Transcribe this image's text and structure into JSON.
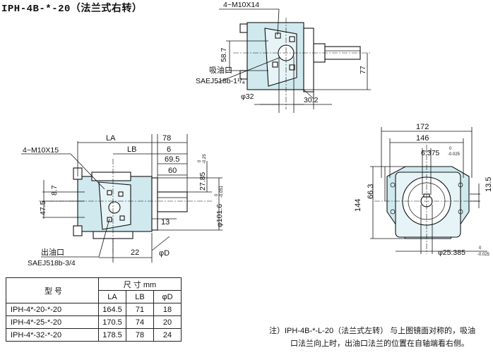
{
  "title": "IPH-4B-*-20（法兰式右转）",
  "top_view": {
    "bolt_label": "4~M10X14",
    "dim_58_7": "58.7",
    "dim_77": "77",
    "dim_phi32": "φ32",
    "dim_30_2": "30.2",
    "suction_label": "吸油口",
    "suction_std": "SAEJ518b-1¹/₄"
  },
  "side_view": {
    "LA": "LA",
    "LB": "LB",
    "d78": "78",
    "d6": "6",
    "d69_5": "69.5",
    "d60": "60",
    "d27_85": "27.85",
    "d27_85_tol_up": "0",
    "d27_85_tol_lo": "-0.25",
    "d101_6": "φ101.6",
    "d101_6_tol_up": "0",
    "d101_6_tol_lo": "-0.051",
    "d13": "13",
    "d22": "22",
    "dD": "φD",
    "d8_7": "8.7",
    "d47_5": "47.5",
    "bolt_label": "4~M10X15",
    "outlet_label": "出油口",
    "outlet_std": "SAEJ518b-3/4"
  },
  "end_view": {
    "d172": "172",
    "d146": "146",
    "d6_375": "6.375",
    "d6_375_tol_up": "0",
    "d6_375_tol_lo": "-0.025",
    "d66_3": "66.3",
    "d144": "144",
    "d13_5": "13.5",
    "d25_385": "φ25.385",
    "d25_385_tol_up": "0",
    "d25_385_tol_lo": "-0.025"
  },
  "table": {
    "col_model": "型  号",
    "col_size": "尺 寸 mm",
    "col_la": "LA",
    "col_lb": "LB",
    "col_d": "φD",
    "rows": [
      {
        "model": "IPH-4*-20-*-20",
        "la": "164.5",
        "lb": "71",
        "d": "18"
      },
      {
        "model": "IPH-4*-25-*-20",
        "la": "170.5",
        "lb": "74",
        "d": "20"
      },
      {
        "model": "IPH-4*-32-*-20",
        "la": "178.5",
        "lb": "78",
        "d": "24"
      }
    ]
  },
  "note": {
    "line1": "注）IPH-4B-*-L-20（法兰式左转） 与上图镜面对称的，吸油",
    "line2": "口法兰向上时，出油口法兰的位置在自轴端看右侧。"
  }
}
